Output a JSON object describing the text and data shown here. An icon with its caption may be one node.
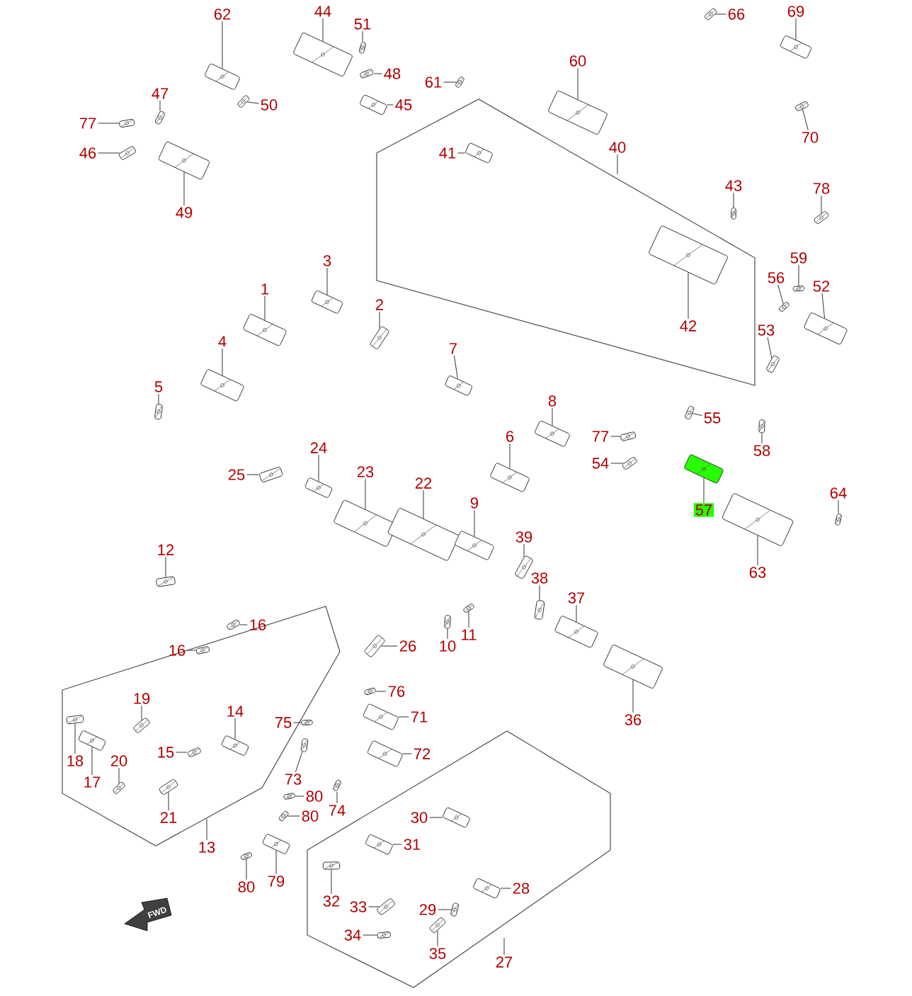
{
  "diagram": {
    "nodes": [
      {
        "text": [
          "62"
        ]
      },
      {
        "text": [
          "44"
        ]
      },
      {
        "text": [
          "51"
        ]
      },
      {
        "text": [
          "48"
        ]
      },
      {
        "text": [
          "61"
        ]
      },
      {
        "text": [
          "60"
        ]
      },
      {
        "text": [
          "66"
        ]
      },
      {
        "text": [
          "69"
        ]
      },
      {
        "text": [
          "70"
        ]
      },
      {
        "text": [
          "47"
        ]
      },
      {
        "text": [
          "77"
        ]
      },
      {
        "text": [
          "50"
        ]
      },
      {
        "text": [
          "45"
        ]
      },
      {
        "text": [
          "46"
        ]
      },
      {
        "text": [
          "49"
        ]
      },
      {
        "text": [
          "41"
        ]
      },
      {
        "text": [
          "40"
        ]
      },
      {
        "text": [
          "43"
        ]
      },
      {
        "text": [
          "78"
        ]
      },
      {
        "text": [
          "3"
        ]
      },
      {
        "text": [
          "1"
        ]
      },
      {
        "text": [
          "2"
        ]
      },
      {
        "text": [
          "59"
        ]
      },
      {
        "text": [
          "56"
        ]
      },
      {
        "text": [
          "52"
        ]
      },
      {
        "text": [
          "42"
        ]
      },
      {
        "text": [
          "53"
        ]
      },
      {
        "text": [
          "4"
        ]
      },
      {
        "text": [
          "7"
        ]
      },
      {
        "text": [
          "5"
        ]
      },
      {
        "text": [
          "8"
        ]
      },
      {
        "text": [
          "55"
        ]
      },
      {
        "text": [
          "77"
        ]
      },
      {
        "text": [
          "6"
        ]
      },
      {
        "text": [
          "58"
        ]
      },
      {
        "text": [
          "54"
        ]
      },
      {
        "text": [
          "24"
        ]
      },
      {
        "text": [
          "25"
        ]
      },
      {
        "text": [
          "23"
        ]
      },
      {
        "text": [
          "22"
        ]
      },
      {
        "text": [
          "57"
        ]
      },
      {
        "text": [
          "64"
        ]
      },
      {
        "text": [
          "9"
        ]
      },
      {
        "text": [
          "39"
        ]
      },
      {
        "text": [
          "12"
        ]
      },
      {
        "text": [
          "63"
        ]
      },
      {
        "text": [
          "38"
        ]
      },
      {
        "text": [
          "16"
        ]
      },
      {
        "text": [
          "37"
        ]
      },
      {
        "text": [
          "16"
        ]
      },
      {
        "text": [
          "26"
        ]
      },
      {
        "text": [
          "10"
        ]
      },
      {
        "text": [
          "11"
        ]
      },
      {
        "text": [
          "36"
        ]
      },
      {
        "text": [
          "76"
        ]
      },
      {
        "text": [
          "71"
        ]
      },
      {
        "text": [
          "75"
        ]
      },
      {
        "text": [
          "19"
        ]
      },
      {
        "text": [
          "14"
        ]
      },
      {
        "text": [
          "15"
        ]
      },
      {
        "text": [
          "72"
        ]
      },
      {
        "text": [
          "18"
        ]
      },
      {
        "text": [
          "20"
        ]
      },
      {
        "text": [
          "73"
        ]
      },
      {
        "text": [
          "17"
        ]
      },
      {
        "text": [
          "74"
        ]
      },
      {
        "text": [
          "80"
        ]
      },
      {
        "text": [
          "80"
        ]
      },
      {
        "text": [
          "30"
        ]
      },
      {
        "text": [
          "21"
        ]
      },
      {
        "text": [
          "31"
        ]
      },
      {
        "text": [
          "13"
        ]
      },
      {
        "text": [
          "28"
        ]
      },
      {
        "text": [
          "32"
        ]
      },
      {
        "text": [
          "33"
        ]
      },
      {
        "text": [
          "29"
        ]
      },
      {
        "text": [
          "80"
        ]
      },
      {
        "text": [
          "79"
        ]
      },
      {
        "text": [
          "34"
        ]
      },
      {
        "text": [
          "35"
        ]
      },
      {
        "text": [
          "27"
        ]
      },
      {
        "text": [],
        "shape": "picture"
      },
      {
        "text": [],
        "shape": "picture"
      },
      {
        "text": [],
        "shape": "picture"
      },
      {
        "text": [],
        "shape": "picture"
      },
      {
        "text": [],
        "shape": "picture"
      },
      {
        "text": [],
        "shape": "picture"
      },
      {
        "text": [],
        "shape": "picture"
      },
      {
        "text": [],
        "shape": "picture"
      },
      {
        "text": [],
        "shape": "picture"
      },
      {
        "text": [],
        "shape": "picture"
      },
      {
        "text": [],
        "shape": "picture"
      },
      {
        "text": [],
        "shape": "picture"
      },
      {
        "text": [],
        "shape": "picture"
      },
      {
        "text": [],
        "shape": "picture"
      },
      {
        "text": [],
        "shape": "picture"
      },
      {
        "text": [],
        "shape": "picture"
      },
      {
        "text": [],
        "shape": "picture"
      },
      {
        "text": [],
        "shape": "picture"
      },
      {
        "text": [],
        "shape": "picture"
      },
      {
        "text": [],
        "shape": "picture"
      },
      {
        "text": [],
        "shape": "picture"
      },
      {
        "text": [],
        "shape": "picture"
      },
      {
        "text": [],
        "shape": "picture"
      },
      {
        "text": [],
        "shape": "picture"
      },
      {
        "text": [],
        "shape": "picture"
      },
      {
        "text": [],
        "shape": "picture"
      },
      {
        "text": [],
        "shape": "picture"
      },
      {
        "text": [],
        "shape": "picture"
      },
      {
        "text": [],
        "shape": "picture"
      },
      {
        "text": [],
        "shape": "picture"
      },
      {
        "text": [],
        "shape": "picture"
      },
      {
        "text": [],
        "shape": "picture"
      },
      {
        "text": [],
        "shape": "picture"
      },
      {
        "text": [],
        "shape": "picture"
      },
      {
        "text": [],
        "shape": "picture"
      },
      {
        "text": [],
        "shape": "picture"
      },
      {
        "text": [],
        "shape": "picture"
      },
      {
        "text": [],
        "shape": "picture"
      },
      {
        "text": [],
        "shape": "picture"
      },
      {
        "text": [],
        "shape": "picture"
      },
      {
        "text": [],
        "shape": "picture"
      },
      {
        "text": [],
        "shape": "picture"
      },
      {
        "text": [],
        "shape": "picture"
      },
      {
        "text": [],
        "shape": "picture"
      },
      {
        "text": [],
        "shape": "picture"
      },
      {
        "text": [],
        "shape": "picture"
      },
      {
        "text": [],
        "shape": "picture"
      },
      {
        "text": [],
        "shape": "picture"
      },
      {
        "text": [],
        "shape": "picture"
      },
      {
        "text": [],
        "shape": "picture"
      },
      {
        "text": [],
        "shape": "picture"
      },
      {
        "text": [],
        "shape": "picture"
      },
      {
        "text": [],
        "shape": "picture"
      },
      {
        "text": [],
        "shape": "picture"
      },
      {
        "text": [],
        "shape": "picture"
      },
      {
        "text": [],
        "shape": "picture"
      },
      {
        "text": [],
        "shape": "picture"
      },
      {
        "text": [],
        "shape": "picture"
      },
      {
        "text": [],
        "shape": "picture"
      },
      {
        "text": [],
        "shape": "picture"
      },
      {
        "text": [],
        "shape": "picture"
      },
      {
        "text": [],
        "shape": "picture"
      },
      {
        "text": [],
        "shape": "picture"
      },
      {
        "text": [],
        "shape": "picture"
      },
      {
        "text": [],
        "shape": "picture"
      },
      {
        "text": [],
        "shape": "picture"
      },
      {
        "text": [],
        "shape": "picture"
      },
      {
        "text": [],
        "shape": "picture"
      },
      {
        "text": [],
        "shape": "picture"
      },
      {
        "text": [],
        "shape": "picture"
      },
      {
        "text": [],
        "shape": "picture"
      },
      {
        "text": [],
        "shape": "picture"
      },
      {
        "text": [],
        "shape": "picture"
      },
      {
        "text": [],
        "shape": "picture"
      },
      {
        "text": [],
        "shape": "picture"
      },
      {
        "text": [],
        "shape": "picture"
      },
      {
        "text": [],
        "shape": "picture"
      },
      {
        "text": [],
        "shape": "picture"
      }
    ],
    "edges": [
      {
        "from": 0,
        "to": 81,
        "arrow": "none"
      },
      {
        "from": 1,
        "to": 82,
        "arrow": "none"
      },
      {
        "from": 2,
        "to": 83,
        "arrow": "none"
      },
      {
        "from": 3,
        "to": 84,
        "arrow": "none"
      },
      {
        "from": 4,
        "to": 85,
        "arrow": "none"
      },
      {
        "from": 5,
        "to": 86,
        "arrow": "none"
      },
      {
        "from": 6,
        "to": 87,
        "arrow": "none"
      },
      {
        "from": 7,
        "to": 88,
        "arrow": "none"
      },
      {
        "from": 8,
        "to": 89,
        "arrow": "none"
      },
      {
        "from": 9,
        "to": 90,
        "arrow": "none"
      },
      {
        "from": 10,
        "to": 91,
        "arrow": "none"
      },
      {
        "from": 11,
        "to": 92,
        "arrow": "none"
      },
      {
        "from": 12,
        "to": 93,
        "arrow": "none"
      },
      {
        "from": 13,
        "to": 94,
        "arrow": "none"
      },
      {
        "from": 14,
        "to": 95,
        "arrow": "none"
      },
      {
        "from": 15,
        "to": 96,
        "arrow": "none"
      },
      {
        "from": 16,
        "to": null,
        "arrow": "none"
      },
      {
        "from": 17,
        "to": 97,
        "arrow": "none"
      },
      {
        "from": 18,
        "to": 98,
        "arrow": "none"
      },
      {
        "from": 19,
        "to": 99,
        "arrow": "none"
      },
      {
        "from": 20,
        "to": 100,
        "arrow": "none"
      },
      {
        "from": 21,
        "to": 101,
        "arrow": "none"
      },
      {
        "from": 22,
        "to": 102,
        "arrow": "none"
      },
      {
        "from": 23,
        "to": 103,
        "arrow": "none"
      },
      {
        "from": 24,
        "to": 104,
        "arrow": "none"
      },
      {
        "from": 25,
        "to": 105,
        "arrow": "none"
      },
      {
        "from": 26,
        "to": 106,
        "arrow": "none"
      },
      {
        "from": 27,
        "to": 107,
        "arrow": "none"
      },
      {
        "from": 28,
        "to": 108,
        "arrow": "none"
      },
      {
        "from": 29,
        "to": 109,
        "arrow": "none"
      },
      {
        "from": 30,
        "to": 110,
        "arrow": "none"
      },
      {
        "from": 31,
        "to": 111,
        "arrow": "none"
      },
      {
        "from": 32,
        "to": 112,
        "arrow": "none"
      },
      {
        "from": 33,
        "to": 113,
        "arrow": "none"
      },
      {
        "from": 34,
        "to": 114,
        "arrow": "none"
      },
      {
        "from": 35,
        "to": 115,
        "arrow": "none"
      },
      {
        "from": 36,
        "to": 116,
        "arrow": "none"
      },
      {
        "from": 37,
        "to": 117,
        "arrow": "none"
      },
      {
        "from": 38,
        "to": 118,
        "arrow": "none"
      },
      {
        "from": 39,
        "to": 119,
        "arrow": "none"
      },
      {
        "from": 40,
        "to": 120,
        "arrow": "none"
      },
      {
        "from": 41,
        "to": 121,
        "arrow": "none"
      },
      {
        "from": 42,
        "to": 122,
        "arrow": "none"
      },
      {
        "from": 43,
        "to": 123,
        "arrow": "none"
      },
      {
        "from": 44,
        "to": 124,
        "arrow": "none"
      },
      {
        "from": 45,
        "to": 125,
        "arrow": "none"
      },
      {
        "from": 46,
        "to": 126,
        "arrow": "none"
      },
      {
        "from": 47,
        "to": 127,
        "arrow": "none"
      },
      {
        "from": 48,
        "to": 128,
        "arrow": "none"
      },
      {
        "from": 49,
        "to": 129,
        "arrow": "none"
      },
      {
        "from": 50,
        "to": 130,
        "arrow": "none"
      },
      {
        "from": 51,
        "to": 131,
        "arrow": "none"
      },
      {
        "from": 52,
        "to": 132,
        "arrow": "none"
      },
      {
        "from": 53,
        "to": 133,
        "arrow": "none"
      },
      {
        "from": 54,
        "to": 134,
        "arrow": "none"
      },
      {
        "from": 55,
        "to": 135,
        "arrow": "none"
      },
      {
        "from": 56,
        "to": 136,
        "arrow": "none"
      },
      {
        "from": 57,
        "to": 137,
        "arrow": "none"
      },
      {
        "from": 58,
        "to": 138,
        "arrow": "none"
      },
      {
        "from": 59,
        "to": 139,
        "arrow": "none"
      },
      {
        "from": 60,
        "to": 140,
        "arrow": "none"
      },
      {
        "from": 61,
        "to": 141,
        "arrow": "none"
      },
      {
        "from": 62,
        "to": 142,
        "arrow": "none"
      },
      {
        "from": 63,
        "to": 143,
        "arrow": "none"
      },
      {
        "from": 64,
        "to": 144,
        "arrow": "none"
      },
      {
        "from": 65,
        "to": 145,
        "arrow": "none"
      },
      {
        "from": 66,
        "to": 146,
        "arrow": "none"
      },
      {
        "from": 67,
        "to": 147,
        "arrow": "none"
      },
      {
        "from": 68,
        "to": 148,
        "arrow": "none"
      },
      {
        "from": 69,
        "to": 149,
        "arrow": "none"
      },
      {
        "from": 70,
        "to": 150,
        "arrow": "none"
      },
      {
        "from": 71,
        "to": null,
        "arrow": "none"
      },
      {
        "from": 72,
        "to": 151,
        "arrow": "none"
      },
      {
        "from": 73,
        "to": 152,
        "arrow": "none"
      },
      {
        "from": 74,
        "to": 153,
        "arrow": "none"
      },
      {
        "from": 75,
        "to": 154,
        "arrow": "none"
      },
      {
        "from": 76,
        "to": 155,
        "arrow": "none"
      },
      {
        "from": 77,
        "to": 156,
        "arrow": "none"
      },
      {
        "from": 78,
        "to": 157,
        "arrow": "none"
      },
      {
        "from": 79,
        "to": 158,
        "arrow": "none"
      },
      {
        "from": 80,
        "to": null,
        "arrow": "none"
      }
    ],
    "labels": [
      "FWD"
    ]
  }
}
